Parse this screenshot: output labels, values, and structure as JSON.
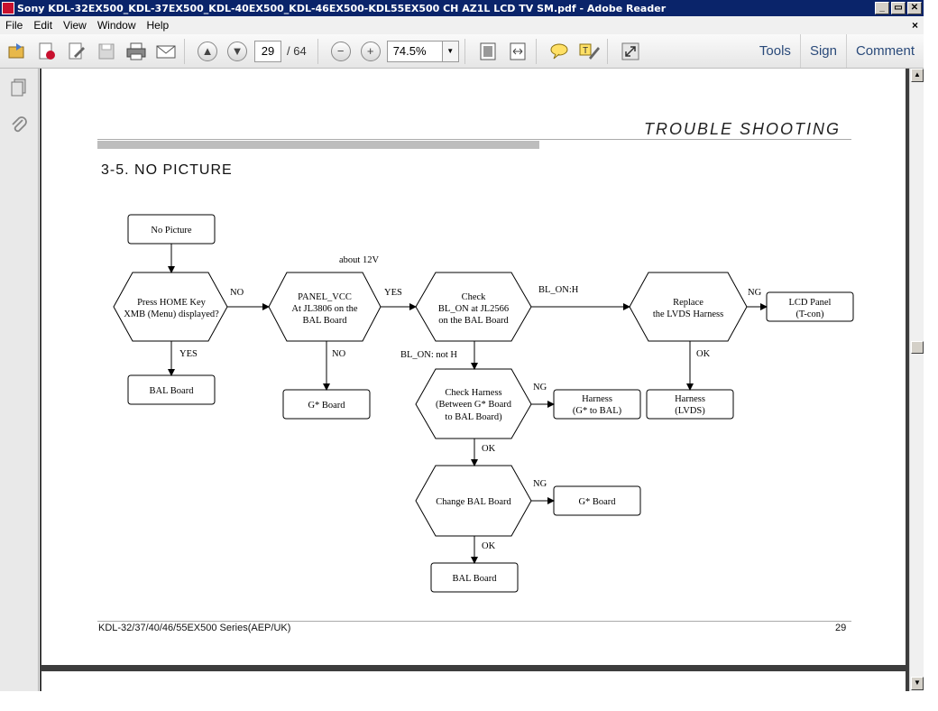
{
  "window": {
    "title": "Sony KDL-32EX500_KDL-37EX500_KDL-40EX500_KDL-46EX500-KDL55EX500 CH AZ1L LCD TV SM.pdf - Adobe Reader",
    "min": "_",
    "max": "▭",
    "close": "✕"
  },
  "menu": {
    "items": [
      "File",
      "Edit",
      "View",
      "Window",
      "Help"
    ],
    "close": "×"
  },
  "toolbar": {
    "page_current": "29",
    "page_total": "/ 64",
    "zoom": "74.5%",
    "tools": "Tools",
    "sign": "Sign",
    "comment": "Comment"
  },
  "page": {
    "heading": "TROUBLE SHOOTING",
    "section": "3-5. NO PICTURE",
    "footer_left": "KDL-32/37/40/46/55EX500 Series(AEP/UK)",
    "footer_right": "29"
  },
  "flow": {
    "no_picture": "No Picture",
    "press_home_1": "Press HOME Key",
    "press_home_2": "XMB (Menu) displayed?",
    "panel_vcc_1": "PANEL_VCC",
    "panel_vcc_2": "At JL3806 on the",
    "panel_vcc_3": "BAL Board",
    "check_blon_1": "Check",
    "check_blon_2": "BL_ON at JL2566",
    "check_blon_3": "on the BAL Board",
    "replace_lvds_1": "Replace",
    "replace_lvds_2": "the LVDS Harness",
    "lcd_panel_1": "LCD Panel",
    "lcd_panel_2": "(T-con)",
    "bal_board": "BAL Board",
    "g_board": "G* Board",
    "check_harness_1": "Check Harness",
    "check_harness_2": "(Between G* Board",
    "check_harness_3": "to BAL Board)",
    "harness_g_1": "Harness",
    "harness_g_2": "(G* to BAL)",
    "harness_lvds_1": "Harness",
    "harness_lvds_2": "(LVDS)",
    "change_bal": "Change BAL Board",
    "g_board_2": "G* Board",
    "bal_board_2": "BAL Board",
    "lbl_about12v": "about 12V",
    "lbl_no1": "NO",
    "lbl_yes1": "YES",
    "lbl_yes2": "YES",
    "lbl_no2": "NO",
    "lbl_blon_h": "BL_ON:H",
    "lbl_blon_not_h": "BL_ON: not H",
    "lbl_ng1": "NG",
    "lbl_ok1": "OK",
    "lbl_ng2": "NG",
    "lbl_ok2": "OK",
    "lbl_ng3": "NG",
    "lbl_ok3": "OK"
  }
}
